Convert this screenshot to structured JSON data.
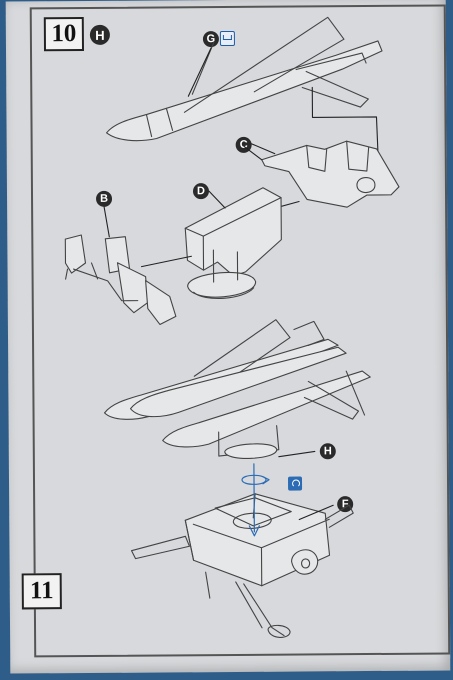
{
  "steps": {
    "first": "10",
    "second": "11"
  },
  "callouts": {
    "h_step10": "H",
    "g": "G",
    "c": "C",
    "d": "D",
    "b": "B",
    "h_step11": "H",
    "f": "F"
  },
  "icons": {
    "glue": "glue-icon",
    "rotate": "rotate-icon"
  },
  "colors": {
    "paper": "#d7d9dc",
    "line_art": "#444444",
    "accent_blue": "#2b6cb5",
    "background": "#2f5d8a"
  }
}
